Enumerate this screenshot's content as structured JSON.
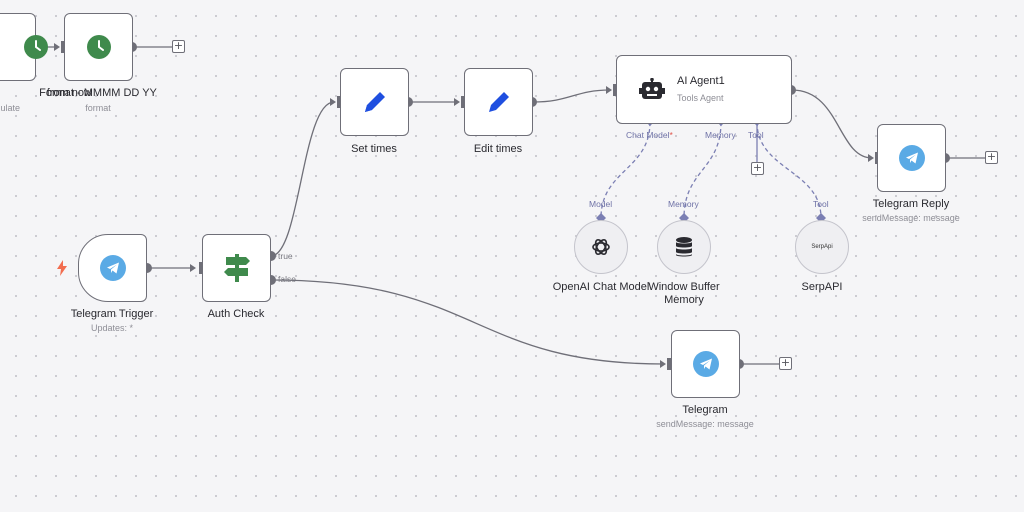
{
  "canvas": {
    "accent_purple": "#7b7fb3",
    "edge_color": "#6f6f78",
    "telegram_blue": "#5aaae5",
    "clock_green": "#3f8a4c",
    "pencil_blue": "#1f4fe0",
    "trigger_bolt": "#f26d4f"
  },
  "nodes": {
    "calc_from_now": {
      "title": "from now",
      "subtitle": "ulate",
      "icon": "clock-icon"
    },
    "format_date": {
      "title": "Format - MMMM DD YY",
      "subtitle": "format",
      "icon": "clock-icon"
    },
    "set_times": {
      "title": "Set times",
      "icon": "pencil-icon"
    },
    "edit_times": {
      "title": "Edit times",
      "icon": "pencil-icon"
    },
    "ai_agent": {
      "title": "AI Agent1",
      "subtitle": "Tools Agent",
      "icon": "robot-icon",
      "ports": {
        "chat_model": "Chat Model",
        "chat_model_required": "*",
        "memory": "Memory",
        "tool": "Tool"
      }
    },
    "telegram_reply": {
      "title": "Telegram Reply",
      "subtitle": "sendMessage: message",
      "icon": "telegram-icon"
    },
    "telegram_trigger": {
      "title": "Telegram Trigger",
      "subtitle": "Updates: *",
      "icon": "telegram-icon"
    },
    "auth_check": {
      "title": "Auth Check",
      "icon": "signpost-icon",
      "outputs": {
        "true": "true",
        "false": "false"
      }
    },
    "telegram": {
      "title": "Telegram",
      "subtitle": "sendMessage: message",
      "icon": "telegram-icon"
    },
    "openai_model": {
      "title": "OpenAI Chat Model",
      "port": "Model",
      "icon": "openai-icon"
    },
    "window_memory": {
      "title_line1": "Window Buffer",
      "title_line2": "Memory",
      "port": "Memory",
      "icon": "database-icon"
    },
    "serpapi": {
      "title": "SerpAPI",
      "port": "Tool",
      "icon_text": "SerpApi"
    }
  },
  "plus_label": "+"
}
